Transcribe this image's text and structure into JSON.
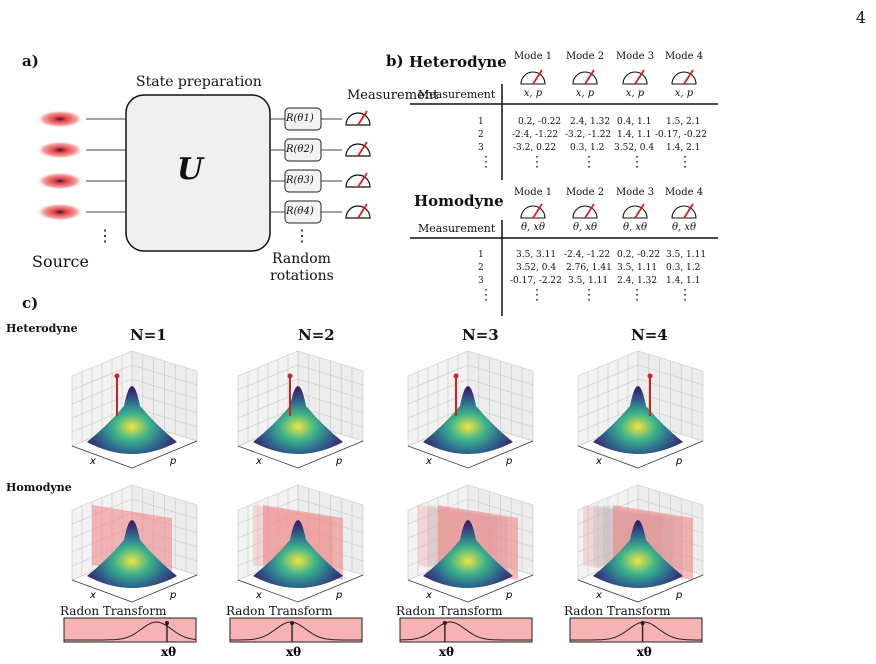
{
  "page_number": "4",
  "panel_a": {
    "label": "a)",
    "state_preparation": "State preparation",
    "unitary": "U",
    "source": "Source",
    "measurement": "Measurement",
    "rotations": [
      "R(θ1)",
      "R(θ2)",
      "R(θ3)",
      "R(θ4)"
    ],
    "random_rotations_1": "Random",
    "random_rotations_2": "rotations",
    "dots": "⋮"
  },
  "panel_b": {
    "label": "b)",
    "heterodyne": {
      "title": "Heterodyne",
      "row_header": "Measurement",
      "modes": [
        "Mode 1",
        "Mode 2",
        "Mode 3",
        "Mode 4"
      ],
      "quadrature": "x, p",
      "rows": [
        {
          "index": "1",
          "cells": [
            "0.2, -0.22",
            "2.4, 1.32",
            "0.4, 1.1",
            "1.5, 2.1"
          ]
        },
        {
          "index": "2",
          "cells": [
            "-2.4, -1.22",
            "-3.2, -1.22",
            "1.4, 1.1",
            "-0.17, -0.22"
          ]
        },
        {
          "index": "3",
          "cells": [
            "-3.2, 0.22",
            "0.3, 1.2",
            "3.52, 0.4",
            "1.4, 2.1"
          ]
        }
      ]
    },
    "homodyne": {
      "title": "Homodyne",
      "row_header": "Measurement",
      "modes": [
        "Mode 1",
        "Mode 2",
        "Mode 3",
        "Mode 4"
      ],
      "quadrature": "θ, xθ",
      "rows": [
        {
          "index": "1",
          "cells": [
            "3.5, 3.11",
            "-2.4, -1.22",
            "0.2, -0.22",
            "3.5, 1.11"
          ]
        },
        {
          "index": "2",
          "cells": [
            "3.52, 0.4",
            "2.76, 1.41",
            "3.5, 1.11",
            "0.3, 1.2"
          ]
        },
        {
          "index": "3",
          "cells": [
            "-0.17, -2.22",
            "3.5, 1.11",
            "2.4, 1.32",
            "1.4, 1.1"
          ]
        }
      ]
    }
  },
  "panel_c": {
    "label": "c)",
    "row_heterodyne": "Heterodyne",
    "row_homodyne": "Homodyne",
    "n_labels": [
      "N=1",
      "N=2",
      "N=3",
      "N=4"
    ],
    "axis_x": "x",
    "axis_p": "p",
    "radon_title": "Radon Transform",
    "radon_axis": "xθ"
  },
  "colors": {
    "accent_red": "#d62020",
    "plane_pink": "#f4a0a0",
    "radon_bg": "#f7b3b3",
    "surface_yellow": "#f0e442",
    "surface_purple": "#3b1f6e"
  }
}
